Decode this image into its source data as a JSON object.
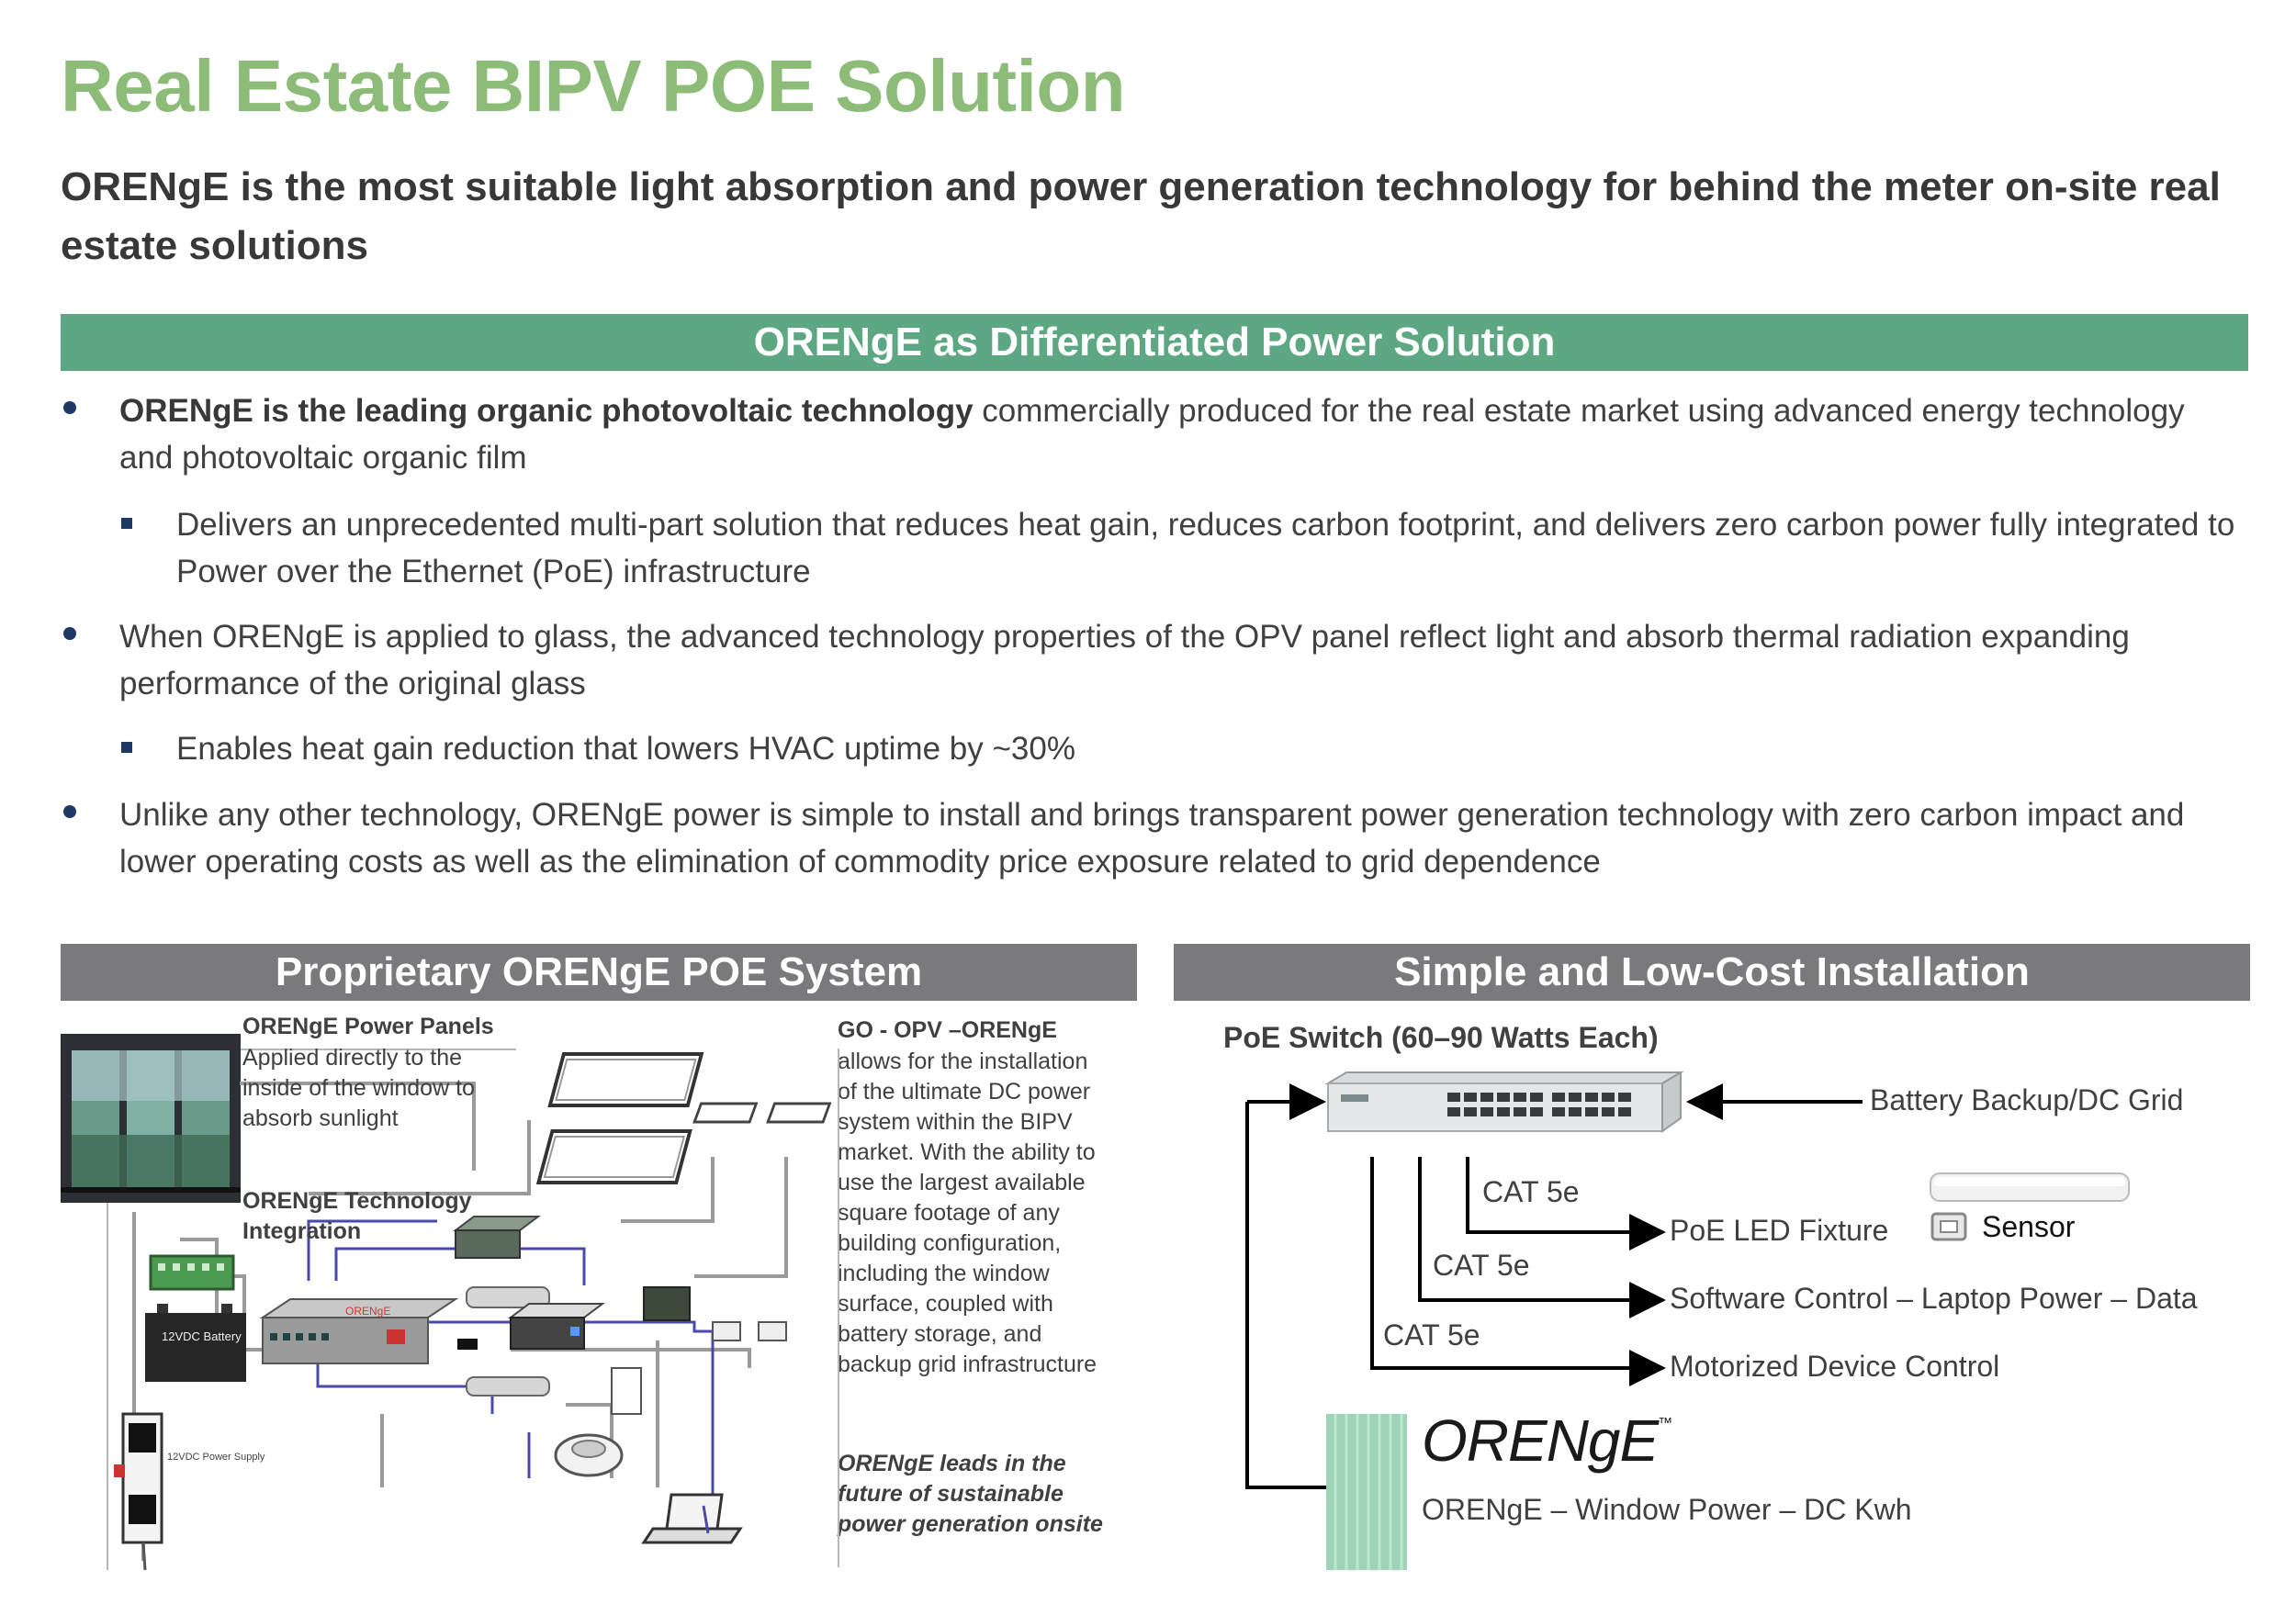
{
  "title": "Real Estate BIPV POE Solution",
  "subtitle": "ORENgE is the most suitable light absorption and power generation technology for behind the meter on-site real estate solutions",
  "banner_main": "ORENgE as Differentiated Power Solution",
  "bullets": {
    "b1_bold": "ORENgE is the leading organic photovoltaic technology",
    "b1_rest": " commercially produced for the real estate market using advanced energy technology and photovoltaic organic film",
    "b1_sub": "Delivers an unprecedented multi-part solution that reduces heat gain, reduces carbon footprint, and delivers zero carbon power fully integrated to Power over the Ethernet (PoE) infrastructure",
    "b2": "When ORENgE is applied to glass, the advanced technology properties of the OPV panel reflect light and absorb thermal radiation expanding performance of the original glass",
    "b2_sub": "Enables heat gain reduction that lowers HVAC uptime by ~30%",
    "b3": "Unlike any other technology, ORENgE power is simple to install and brings transparent power generation technology with zero carbon impact and lower operating costs as well as the elimination of commodity price exposure related to grid dependence"
  },
  "left_panel": {
    "header": "Proprietary ORENgE POE System",
    "panels_title": "ORENgE Power Panels",
    "panels_text": "Applied directly to the inside of the window to absorb sunlight",
    "integration_title": "ORENgE Technology Integration",
    "go_title": "GO - OPV –ORENgE",
    "go_text": "allows for the installation of the ultimate DC power system within the BIPV market. With the ability to use the largest available square footage of any building configuration, including the window surface, coupled with battery storage, and backup grid infrastructure",
    "leads_text": "ORENgE leads in the future of sustainable power generation onsite",
    "battery_label": "12VDC Battery",
    "supply_label": "12VDC Power Supply",
    "device_label": "ORENgE"
  },
  "right_panel": {
    "header": "Simple and Low-Cost Installation",
    "switch_title": "PoE Switch (60–90 Watts Each)",
    "battery_backup": "Battery Backup/DC Grid",
    "cat1": "CAT 5e",
    "cat2": "CAT 5e",
    "cat3": "CAT 5e",
    "led_fixture": "PoE LED Fixture",
    "sensor": "Sensor",
    "software": "Software Control – Laptop Power – Data",
    "motorized": "Motorized Device Control",
    "logo": "ORENgE",
    "logo_tm": "™",
    "window_power": "ORENgE – Window Power – DC Kwh"
  },
  "colors": {
    "title_green": "#8cbc78",
    "banner_green": "#5da783",
    "bar_gray": "#7a7a7c",
    "bullet_navy": "#1f3864",
    "film_green": "#9fd4b8"
  }
}
